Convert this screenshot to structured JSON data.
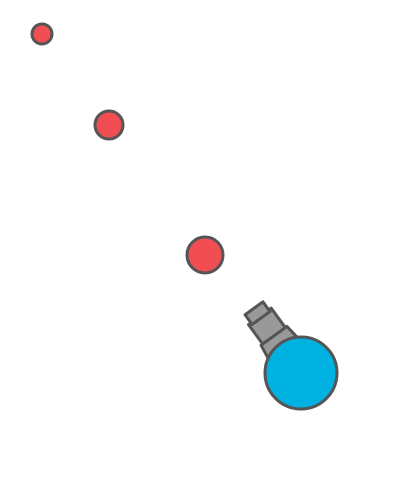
{
  "game": {
    "background_color": "#ffffff",
    "outline_color": "#555555",
    "player": {
      "body_color": "#00b2e1",
      "barrel_color": "#999999",
      "barrel_type": "machine-gun-style tapered barrel",
      "aim_direction": "up-left"
    },
    "bullets": {
      "color": "#f14e54",
      "count": 3
    }
  }
}
